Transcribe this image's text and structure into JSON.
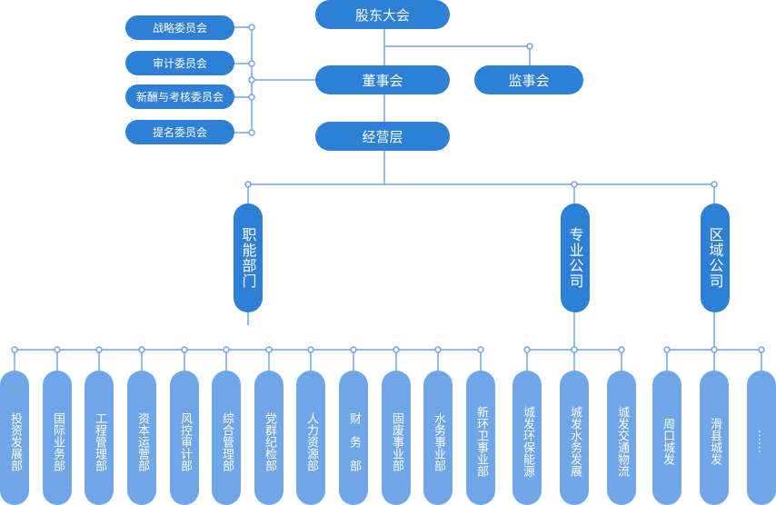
{
  "org": {
    "top": "股东大会",
    "board": "董事会",
    "supervisory": "监事会",
    "management": "经营层",
    "committees": [
      "战略委员会",
      "审计委员会",
      "新酬与考核委员会",
      "提名委员会"
    ],
    "functional": {
      "label": "职能部门",
      "departments": [
        "投资发展部",
        "国际业务部",
        "工程管理部",
        "资本运营部",
        "风控审计部",
        "综合管理部",
        "党群纪检部",
        "人力资源部",
        "财　务　部",
        "固废事业部",
        "水务事业部",
        "新环卫事业部"
      ]
    },
    "professional": {
      "label": "专业公司",
      "companies": [
        "城发环保能源",
        "城发水务发展",
        "城发交通物流"
      ]
    },
    "regional": {
      "label": "区域公司",
      "companies": [
        "周口城发",
        "滑县城发",
        "……"
      ]
    }
  },
  "colors": {
    "node_dark": "#2e7fd6",
    "node_light": "#6fa6ea",
    "line": "#6fa6ea"
  }
}
